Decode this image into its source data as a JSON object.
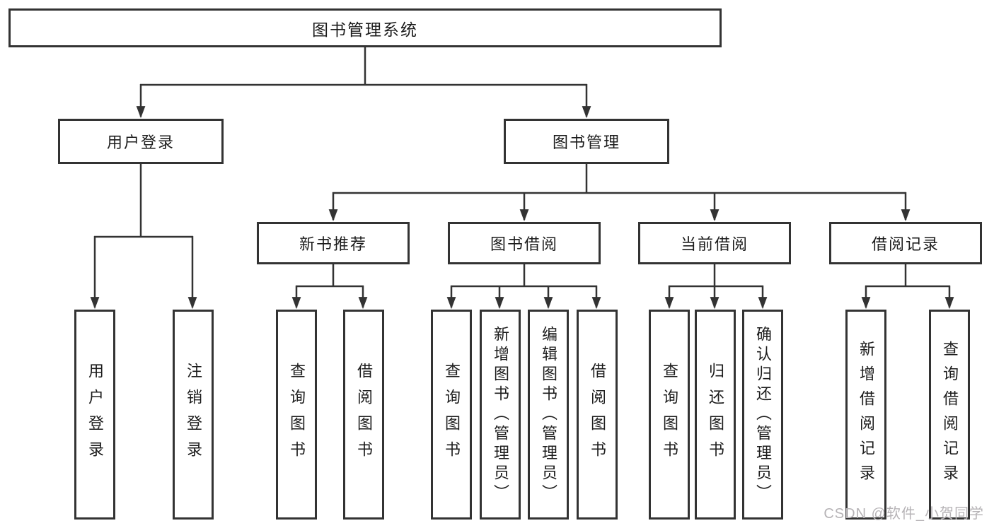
{
  "tree": {
    "root": {
      "label": "图书管理系统"
    },
    "branches": [
      {
        "label": "用户登录",
        "children": [
          {
            "label": "用户登录"
          },
          {
            "label": "注销登录"
          }
        ]
      },
      {
        "label": "图书管理",
        "children": [
          {
            "label": "新书推荐",
            "children": [
              {
                "label": "查询图书"
              },
              {
                "label": "借阅图书"
              }
            ]
          },
          {
            "label": "图书借阅",
            "children": [
              {
                "label": "查询图书"
              },
              {
                "label": "新增图书（管理员）"
              },
              {
                "label": "编辑图书（管理员）"
              },
              {
                "label": "借阅图书"
              }
            ]
          },
          {
            "label": "当前借阅",
            "children": [
              {
                "label": "查询图书"
              },
              {
                "label": "归还图书"
              },
              {
                "label": "确认归还（管理员）"
              }
            ]
          },
          {
            "label": "借阅记录",
            "children": [
              {
                "label": "新增借阅记录"
              },
              {
                "label": "查询借阅记录"
              }
            ]
          }
        ]
      }
    ]
  },
  "watermark": {
    "text": "CSDN @软件_小贺同学"
  },
  "colors": {
    "line": "#333333",
    "box_border": "#333333",
    "text": "#1c1c1c",
    "background": "#ffffff",
    "watermark": "#b6b3b6"
  }
}
